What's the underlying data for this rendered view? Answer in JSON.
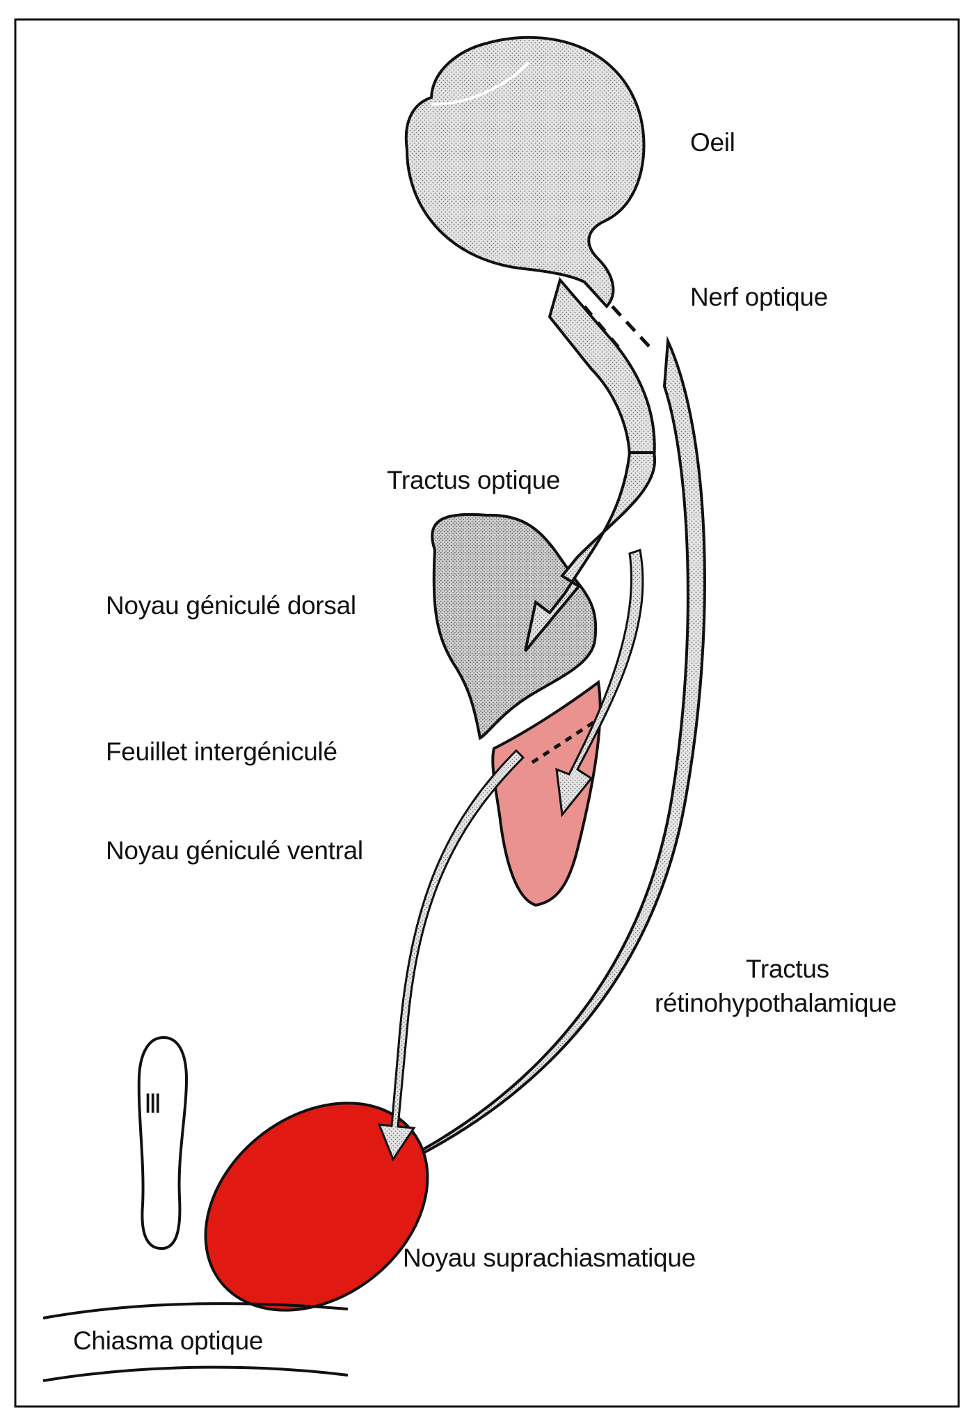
{
  "diagram": {
    "labels": {
      "oeil": "Oeil",
      "nerf_optique": "Nerf optique",
      "tractus_optique": "Tractus optique",
      "noyau_geniculé_dorsal": "Noyau géniculé dorsal",
      "feuillet_intergeniculé": "Feuillet intergéniculé",
      "noyau_geniculé_ventral": "Noyau géniculé ventral",
      "tractus_retinohypothalamique_line1": "Tractus",
      "tractus_retinohypothalamique_line2": "rétinohypothalamique",
      "noyau_suprachiasmatique": "Noyau suprachiasmatique",
      "chiasma_optique": "Chiasma optique",
      "third_ventricle": "III"
    },
    "colors": {
      "outline": "#111111",
      "grey_fill": "#d6d6d6",
      "dorsal_fill": "#cfcfcf",
      "ventral_fill": "#e9928f",
      "scn_fill": "#e01a12"
    }
  }
}
